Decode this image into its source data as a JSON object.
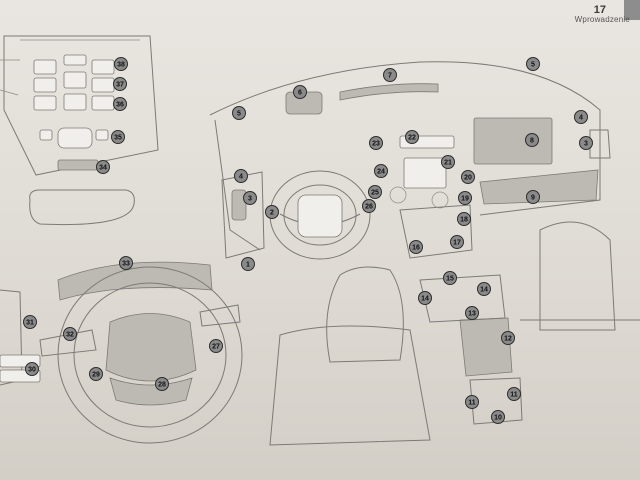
{
  "header": {
    "page_number": "17",
    "section_title": "Wprowadzenie"
  },
  "callouts": [
    {
      "id": "c1",
      "label": "1"
    },
    {
      "id": "c2",
      "label": "2"
    },
    {
      "id": "c3a",
      "label": "3"
    },
    {
      "id": "c3b",
      "label": "3"
    },
    {
      "id": "c4a",
      "label": "4"
    },
    {
      "id": "c4b",
      "label": "4"
    },
    {
      "id": "c5a",
      "label": "5"
    },
    {
      "id": "c5b",
      "label": "5"
    },
    {
      "id": "c6",
      "label": "6"
    },
    {
      "id": "c7",
      "label": "7"
    },
    {
      "id": "c8",
      "label": "8"
    },
    {
      "id": "c9",
      "label": "9"
    },
    {
      "id": "c10",
      "label": "10"
    },
    {
      "id": "c11a",
      "label": "11"
    },
    {
      "id": "c11b",
      "label": "11"
    },
    {
      "id": "c12",
      "label": "12"
    },
    {
      "id": "c13",
      "label": "13"
    },
    {
      "id": "c14a",
      "label": "14"
    },
    {
      "id": "c14b",
      "label": "14"
    },
    {
      "id": "c15",
      "label": "15"
    },
    {
      "id": "c16",
      "label": "16"
    },
    {
      "id": "c17",
      "label": "17"
    },
    {
      "id": "c18",
      "label": "18"
    },
    {
      "id": "c19",
      "label": "19"
    },
    {
      "id": "c20",
      "label": "20"
    },
    {
      "id": "c21",
      "label": "21"
    },
    {
      "id": "c22",
      "label": "22"
    },
    {
      "id": "c23",
      "label": "23"
    },
    {
      "id": "c24",
      "label": "24"
    },
    {
      "id": "c25",
      "label": "25"
    },
    {
      "id": "c26",
      "label": "26"
    },
    {
      "id": "c27",
      "label": "27"
    },
    {
      "id": "c28",
      "label": "28"
    },
    {
      "id": "c29",
      "label": "29"
    },
    {
      "id": "c30",
      "label": "30"
    },
    {
      "id": "c31",
      "label": "31"
    },
    {
      "id": "c32",
      "label": "32"
    },
    {
      "id": "c33",
      "label": "33"
    },
    {
      "id": "c34",
      "label": "34"
    },
    {
      "id": "c35",
      "label": "35"
    },
    {
      "id": "c36",
      "label": "36"
    },
    {
      "id": "c37",
      "label": "37"
    },
    {
      "id": "c38",
      "label": "38"
    }
  ]
}
